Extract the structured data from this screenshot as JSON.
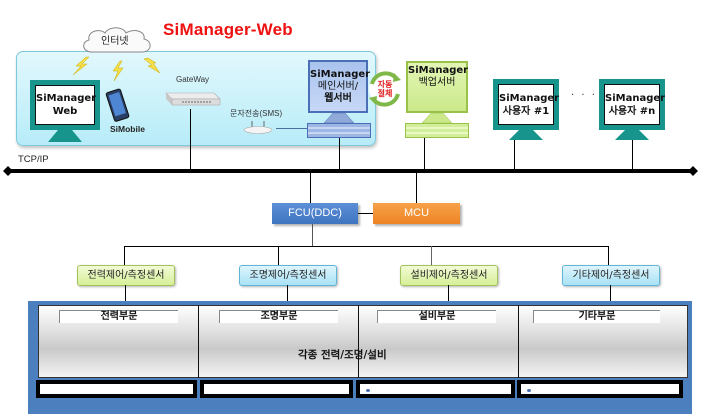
{
  "title": "SiManager-Web",
  "internet_cloud": {
    "label": "인터넷"
  },
  "web_panel": {
    "web_client": {
      "line1": "SiManager",
      "line2": "Web"
    },
    "mobile": {
      "label": "SiMobile"
    },
    "gateway": {
      "label": "GateWay"
    },
    "sms": {
      "label": "문자전송(SMS)"
    },
    "main_server": {
      "line1": "SiManager",
      "line2": "메인서버/",
      "line3": "웹서버"
    }
  },
  "failover": {
    "line1": "자동",
    "line2": "절체"
  },
  "backup_server": {
    "line1": "SiManager",
    "line2": "백업서버"
  },
  "users": [
    {
      "line1": "SiManager",
      "line2": "사용자 #1"
    },
    {
      "line1": "SiManager",
      "line2": "사용자 #n"
    }
  ],
  "users_ellipsis": "· · ·",
  "network": {
    "label": "TCP/IP"
  },
  "controllers": {
    "fcu": "FCU(DDC)",
    "mcu": "MCU"
  },
  "sensors": [
    {
      "label": "전력제어/측정센서",
      "color": "green"
    },
    {
      "label": "조명제어/측정센서",
      "color": "blue"
    },
    {
      "label": "설비제어/측정센서",
      "color": "green"
    },
    {
      "label": "기타제어/측정센서",
      "color": "blue"
    }
  ],
  "departments": [
    {
      "label": "전력부문"
    },
    {
      "label": "조명부문"
    },
    {
      "label": "설비부문"
    },
    {
      "label": "기타부문"
    }
  ],
  "equipment_label": "각종 전력/조명/설비",
  "colors": {
    "title": "#ee1111",
    "panel_bg": "#c9f1fa",
    "monitor_teal": "#17958c",
    "fcu": "#4a7fcc",
    "mcu": "#f08a2a",
    "frame": "#4b7fbe"
  }
}
